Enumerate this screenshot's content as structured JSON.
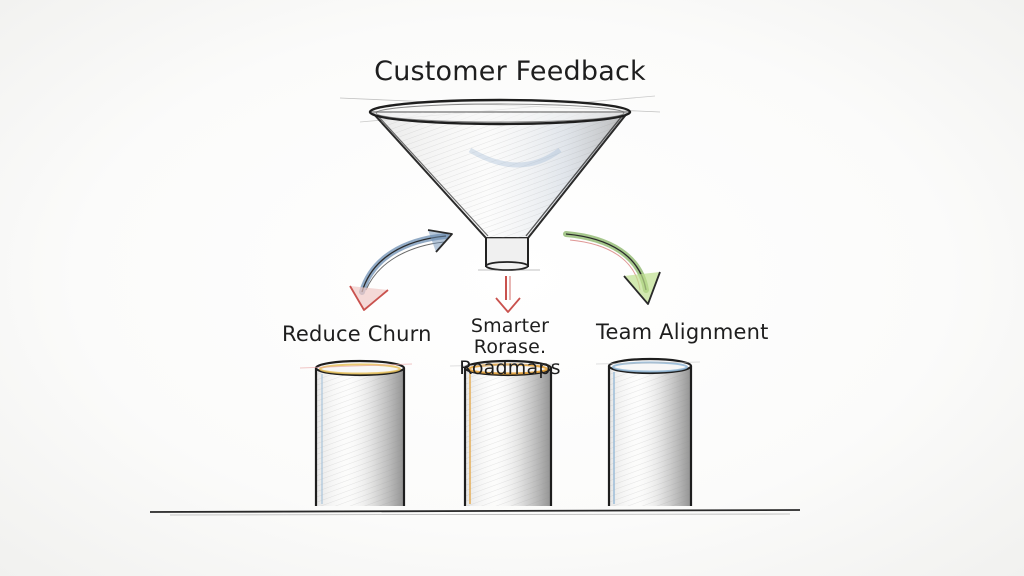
{
  "diagram": {
    "title": "Customer Feedback",
    "outcomes": [
      {
        "label": "Reduce Churn",
        "accent": "#e8c15a"
      },
      {
        "label": "Smarter Rorase. Roadmaps",
        "accent": "#e5a33b"
      },
      {
        "label": "Team Alignment",
        "accent": "#8fb6d6"
      }
    ],
    "arrows": {
      "left": {
        "color": "#6e8fb3",
        "head": "#c9524e"
      },
      "center": {
        "color": "#c9524e"
      },
      "right": {
        "color": "#7fae5a",
        "head": "#8cc25a"
      }
    },
    "ink": "#1e1e1e",
    "paper": "#fbfbfa"
  }
}
